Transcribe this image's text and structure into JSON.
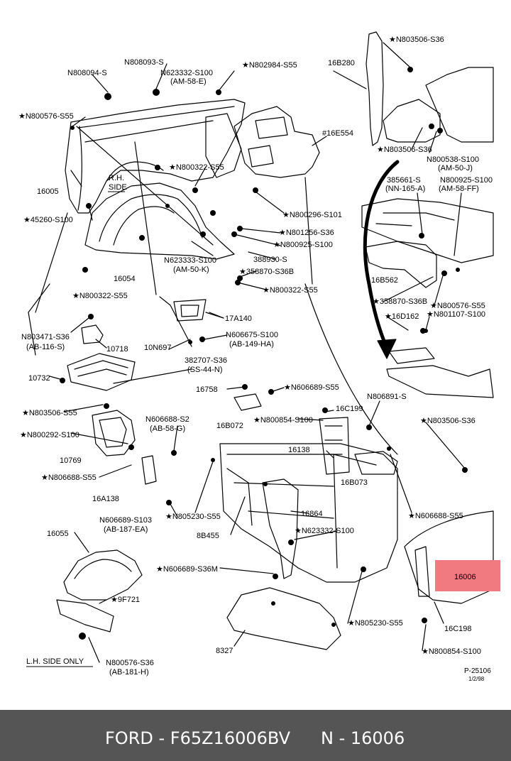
{
  "labels": {
    "l_N803506_S36_top": "★N803506-S36",
    "l_16B280": "16B280",
    "l_N808093": "N808093-S",
    "l_N802984": "★N802984-S55",
    "l_N808094": "N808094-S",
    "l_N623332_S100_a": "N623332-S100",
    "l_AM58E": "(AM-58-E)",
    "l_N800576_S55_top": "★N800576-S55",
    "l_16E554": "#16E554",
    "l_N803506_S36_mid": "★N803506-S36",
    "l_N800538_S100": "N800538-S100",
    "l_AM50J": "(AM-50-J)",
    "l_N800322_S55_a": "★N800322-S55",
    "l_385661": "385661-S",
    "l_NN165A": "(NN-165-A)",
    "l_N800925_S100_r": "N800925-S100",
    "l_AM58FF": "(AM-58-FF)",
    "l_16005": "16005",
    "l_RH": "R.H.",
    "l_SIDE": "SIDE",
    "l_N800296": "★N800296-S101",
    "l_45260": "★45260-S100",
    "l_N801256": "★N801256-S36",
    "l_N800925_S100_m": "★N800925-S100",
    "l_N623333": "N623333-S100",
    "l_AM50K": "(AM-50-K)",
    "l_388930": "388930-S",
    "l_358870_S36B_a": "★358870-S36B",
    "l_16054": "16054",
    "l_16B562": "16B562",
    "l_N800322_S55_b": "★N800322-S55",
    "l_N800322_S55_c": "★N800322-S55",
    "l_358870_S36B_b": "★358870-S36B",
    "l_N800576_S55_r": "★N800576-S55",
    "l_17A140": "17A140",
    "l_16D162": "★16D162",
    "l_N801107": "★N801107-S100",
    "l_N803471": "N803471-S36",
    "l_AB116S": "(AB-116-S)",
    "l_N606675": "N606675-S100",
    "l_AB149HA": "(AB-149-HA)",
    "l_10718": "10718",
    "l_10N697": "10N697",
    "l_382707": "382707-S36",
    "l_SS44N": "(SS-44-N)",
    "l_10732": "10732",
    "l_16758": "16758",
    "l_N606689_S55": "★N606689-S55",
    "l_N806891": "N806891-S",
    "l_N803506_S55": "★N803506-S55",
    "l_16C199": "16C199",
    "l_N800292": "★N800292-S100",
    "l_N800854_S100_a": "★N800854-S100",
    "l_16B072": "16B072",
    "l_N606688_S2": "N606688-S2",
    "l_AB58G": "(AB-58-G)",
    "l_N803506_S36_r": "★N803506-S36",
    "l_10769": "10769",
    "l_16138": "16138",
    "l_N806688_S55_a": "★N806688-S55",
    "l_16B073": "16B073",
    "l_16A138": "16A138",
    "l_N805230_S55_a": "★N805230-S55",
    "l_N606688_S55": "★N606688-S55",
    "l_N606689_S103": "N606689-S103",
    "l_AB187EA": "(AB-187-EA)",
    "l_8B455": "8B455",
    "l_16864": "16864",
    "l_N623332_S100_b": "★N623332-S100",
    "l_16055": "16055",
    "l_N606689_S36M": "★N606689-S36M",
    "l_9F721": "★9F721",
    "l_N805230_S55_b": "★N805230-S55",
    "l_16C198": "16C198",
    "l_8327": "8327",
    "l_N800854_S100_b": "★N800854-S100",
    "l_LHSIDE": "L.H. SIDE ONLY",
    "l_N800576_S36": "N800576-S36",
    "l_AB181H": "(AB-181-H)",
    "l_P25106": "P-25106",
    "l_date": "1/2/98"
  },
  "highlight": {
    "part": "16006",
    "color": "#f07a80"
  },
  "footer": {
    "part_number": "FORD - F65Z16006BV",
    "ref": "N - 16006"
  }
}
